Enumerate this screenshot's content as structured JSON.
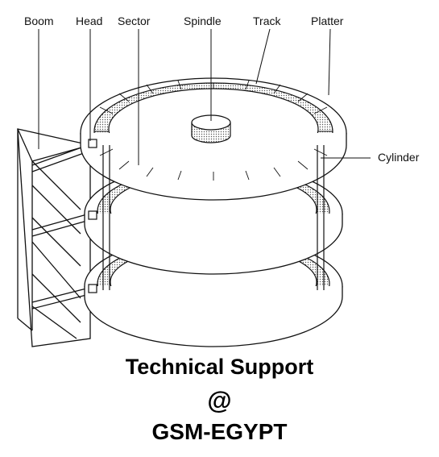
{
  "labels": {
    "boom": "Boom",
    "head": "Head",
    "sector": "Sector",
    "spindle": "Spindle",
    "track": "Track",
    "platter": "Platter",
    "cylinder": "Cylinder"
  },
  "footer": {
    "title": "Technical Support",
    "at": "@",
    "org": "GSM-EGYPT"
  }
}
